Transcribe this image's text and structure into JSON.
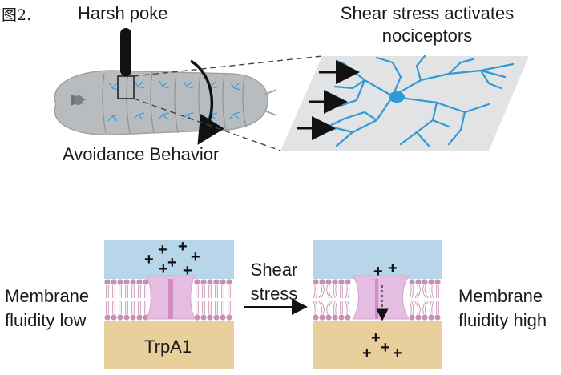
{
  "figure_label": "图2.",
  "top_panel": {
    "stimulus_label": "Harsh poke",
    "response_label": "Avoidance Behavior",
    "inset_title_line1": "Shear stress activates",
    "inset_title_line2": "nociceptors"
  },
  "bottom_panel": {
    "left_state_line1": "Membrane",
    "left_state_line2": "fluidity low",
    "transition_line1": "Shear",
    "transition_line2": "stress",
    "right_state_line1": "Membrane",
    "right_state_line2": "fluidity high",
    "channel_label": "TrpA1",
    "ion_symbol": "+"
  },
  "colors": {
    "nerve_blue": "#2e9ad6",
    "outside_blue": "#b8d6ea",
    "inside_tan": "#e8cf9c",
    "lipid_pink": "#c98fb3",
    "channel_purple": "#e4bde0",
    "larva_gray": "#b9bcbf",
    "inset_gray": "#e2e3e4"
  },
  "icons": [
    "larva-icon",
    "probe-icon",
    "curved-arrow-icon",
    "neuron-inset-icon",
    "membrane-icon",
    "trpa1-channel-icon"
  ]
}
